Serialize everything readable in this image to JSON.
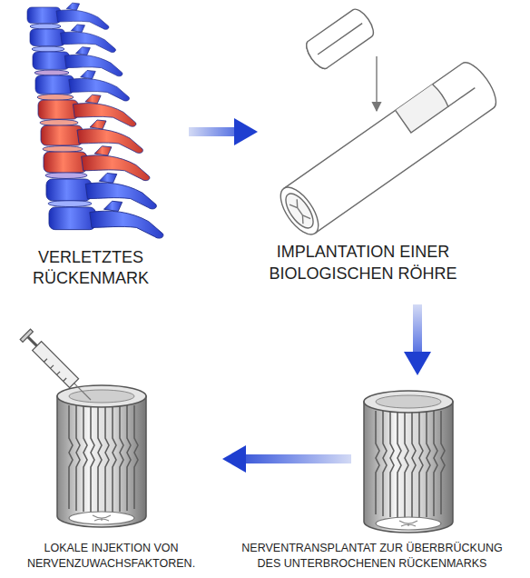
{
  "diagram": {
    "nodes": [
      {
        "text": [
          "VERLETZTES RÜCKENMARK"
        ]
      },
      {
        "text": [
          "IMPLANTATION EINER BIOLOGISCHEN RÖHRE"
        ]
      },
      {
        "text": [
          "NERVENTRANSPLANTAT ZUR ÜBERBRÜCKUNG DES UNTERBROCHENEN RÜCKENMARKS"
        ]
      },
      {
        "text": [
          "LOKALE INJEKTION VON NERVENZUWACHSFAKTOREN."
        ]
      }
    ],
    "edges": [
      {
        "from": 0,
        "to": 1,
        "arrow": "to"
      },
      {
        "from": 1,
        "to": 2,
        "arrow": "to"
      },
      {
        "from": 2,
        "to": 3,
        "arrow": "to"
      }
    ]
  }
}
